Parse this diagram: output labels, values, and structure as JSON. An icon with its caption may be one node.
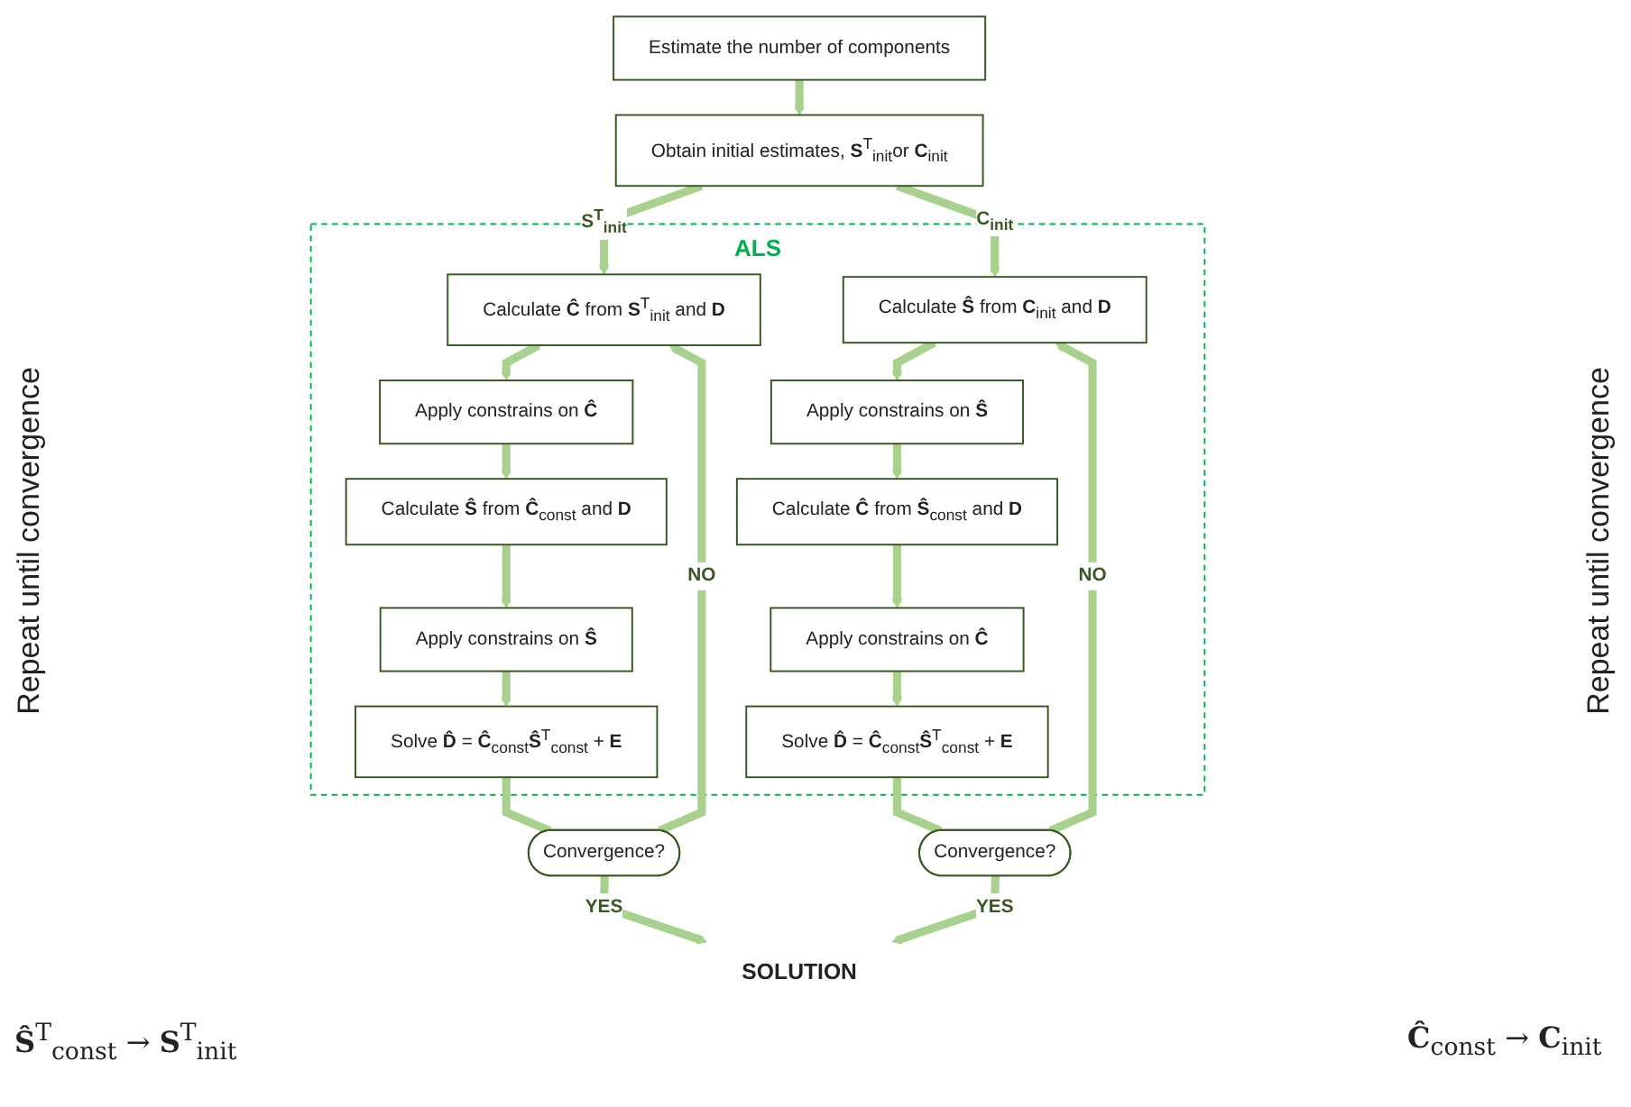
{
  "diagram": {
    "nodes": [
      {
        "text": [
          "Estimate the number of components"
        ]
      },
      {
        "text": [
          "Obtain initial estimates, **S**$^{T}$$_{init}$or **C**$_{init}$"
        ]
      },
      {
        "text": [
          "ALS"
        ]
      },
      {
        "text": [
          "Calculate **Ĉ** from **S**$^{T}$$_{init}$ and **D**"
        ],
        "in": 2
      },
      {
        "text": [
          "Apply constrains on **Ĉ**"
        ],
        "in": 2
      },
      {
        "text": [
          "Calculate **Ŝ** from **Ĉ**$_{const}$ and **D**"
        ],
        "in": 2
      },
      {
        "text": [
          "Apply constrains on **Ŝ**"
        ],
        "in": 2
      },
      {
        "text": [
          "Solve **D̂** = **Ĉ**$_{const}$**Ŝ**$^{T}$$_{const}$ + **E**"
        ],
        "in": 2
      },
      {
        "text": [
          "Calculate **Ŝ** from **C**$_{init}$ and **D**"
        ],
        "in": 2
      },
      {
        "text": [
          "Apply constrains on **Ŝ**"
        ],
        "in": 2
      },
      {
        "text": [
          "Calculate **Ĉ** from **Ŝ**$_{const}$ and **D**"
        ],
        "in": 2
      },
      {
        "text": [
          "Apply constrains on **Ĉ**"
        ],
        "in": 2
      },
      {
        "text": [
          "Solve **D̂** = **Ĉ**$_{const}$**Ŝ**$^{T}$$_{const}$ + **E**"
        ],
        "in": 2
      },
      {
        "text": [
          "Convergence?"
        ]
      },
      {
        "text": [
          "Convergence?"
        ]
      },
      {
        "text": [
          "SOLUTION"
        ]
      }
    ],
    "edges": [
      {
        "from": 0,
        "to": 1,
        "arrow": "to"
      },
      {
        "from": 1,
        "to": 3,
        "arrow": "to",
        "label": "**S**$^{T}$$_{init}$"
      },
      {
        "from": 1,
        "to": 8,
        "arrow": "to",
        "label": "**C**$_{init}$"
      },
      {
        "from": 3,
        "to": 4,
        "arrow": "to"
      },
      {
        "from": 4,
        "to": 5,
        "arrow": "to"
      },
      {
        "from": 5,
        "to": 6,
        "arrow": "to"
      },
      {
        "from": 6,
        "to": 7,
        "arrow": "to"
      },
      {
        "from": 8,
        "to": 9,
        "arrow": "to"
      },
      {
        "from": 9,
        "to": 10,
        "arrow": "to"
      },
      {
        "from": 10,
        "to": 11,
        "arrow": "to"
      },
      {
        "from": 11,
        "to": 12,
        "arrow": "to"
      },
      {
        "from": 7,
        "to": 13,
        "arrow": "none"
      },
      {
        "from": 12,
        "to": 14,
        "arrow": "none"
      },
      {
        "from": 13,
        "to": 15,
        "arrow": "to",
        "label": "YES"
      },
      {
        "from": 13,
        "to": 3,
        "arrow": "to",
        "label": "NO"
      },
      {
        "from": 14,
        "to": 15,
        "arrow": "to",
        "label": "YES"
      },
      {
        "from": 14,
        "to": 8,
        "arrow": "to",
        "label": "NO"
      }
    ],
    "labels": [
      "Repeat until convergence",
      "**Ŝ**$^{T}$$_{const}$ → **S**$^{T}$$_{init}$",
      "Repeat until convergence",
      "**Ĉ**$_{const}$ → **C**$_{init}$"
    ]
  }
}
